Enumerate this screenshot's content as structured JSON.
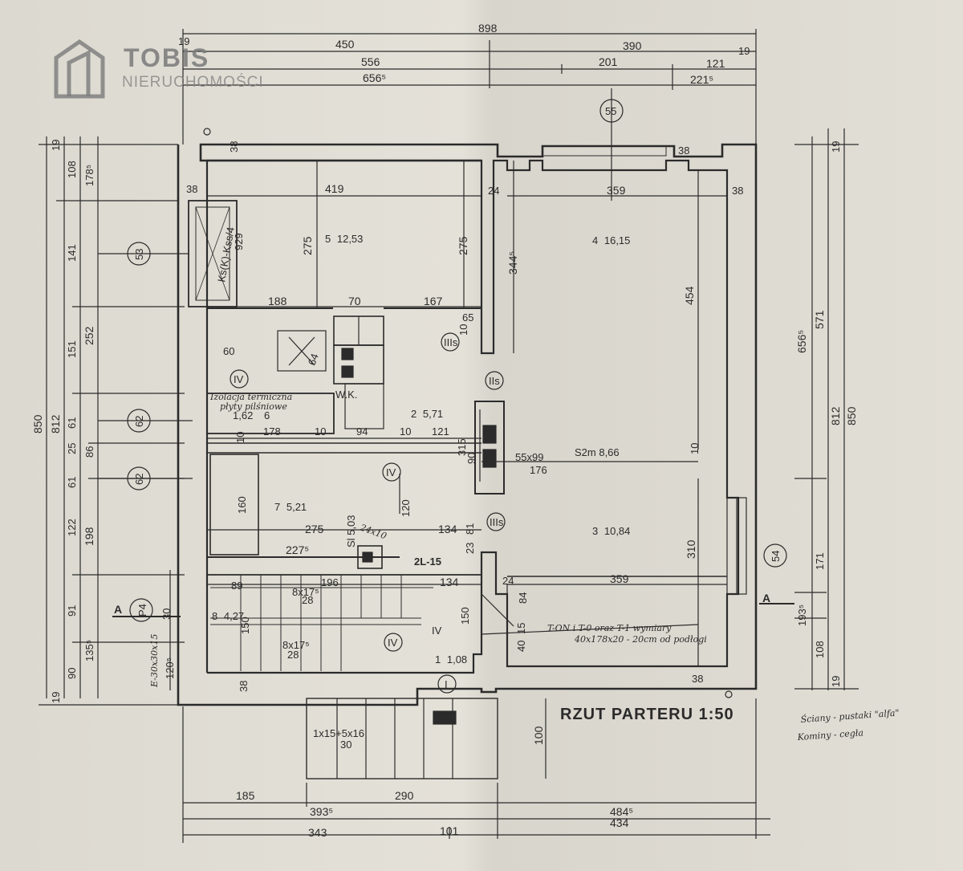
{
  "logo": {
    "brand": "TOBIS",
    "tagline": "NIERUCHOMOŚCI"
  },
  "plan_title": "RZUT PARTERU 1:50",
  "notes": {
    "walls": "Ściany - pustaki \"alfa\"",
    "chimneys": "Kominy - cegła"
  },
  "dims_top": {
    "total": "898",
    "a": "450",
    "b": "390",
    "c": "556",
    "d": "201",
    "e": "121",
    "f": "656⁵",
    "g": "221⁵",
    "t1": "19",
    "t2": "19"
  },
  "dims_bottom": {
    "a": "185",
    "b": "290",
    "c": "393⁵",
    "d": "484⁵",
    "e": "343",
    "f": "101",
    "g": "434"
  },
  "dims_left": {
    "total": "850",
    "h1": "812",
    "s1": "19",
    "s2": "108",
    "s3": "178⁵",
    "s4": "141",
    "s5": "151",
    "s6": "252",
    "s7": "61",
    "s8": "25",
    "s9": "86",
    "s10": "61",
    "s11": "122",
    "s12": "198",
    "s13": "91",
    "s14": "90",
    "s15": "135⁵",
    "s16": "19"
  },
  "dims_right": {
    "total": "850",
    "h1": "812",
    "r1": "19",
    "r2": "571",
    "r3": "656⁵",
    "r4": "171",
    "r5": "193⁵",
    "r6": "108",
    "r7": "19"
  },
  "inner_dims": {
    "w419": "419",
    "w359a": "359",
    "w38a": "38",
    "w38b": "38",
    "w38c": "38",
    "w24a": "24",
    "w38d": "38",
    "h275a": "275",
    "h275b": "275",
    "h344": "344⁵",
    "h454": "454",
    "h929": "929",
    "w188": "188",
    "w70": "70",
    "w167": "167",
    "w65": "65",
    "w10a": "10",
    "w60": "60",
    "w178": "178",
    "w10b": "10",
    "w94": "94",
    "w10c": "10",
    "w121": "121",
    "h315": "315",
    "h90": "90",
    "h10d": "10",
    "w275c": "275",
    "w134a": "134",
    "w227": "227⁵",
    "h160": "160",
    "h120": "120",
    "w89": "89",
    "w196": "196",
    "w134b": "134",
    "w24b": "24",
    "w359b": "359",
    "h84": "84",
    "h310": "310",
    "h150a": "150",
    "h150b": "150",
    "h40": "40",
    "h15": "15",
    "h30": "30",
    "h120b": "120⁵",
    "w38e": "38",
    "w38f": "38",
    "h100": "100",
    "h81": "81",
    "h23": "23",
    "h10e": "10"
  },
  "rooms": [
    {
      "num": "5",
      "area": "12,53"
    },
    {
      "num": "4",
      "area": "16,15"
    },
    {
      "num": "2",
      "area": "5,71"
    },
    {
      "num": "6",
      "area": "1,62"
    },
    {
      "num": "7",
      "area": "5,21"
    },
    {
      "num": "3",
      "area": "10,84"
    },
    {
      "num": "8",
      "area": "4,27"
    },
    {
      "num": "1",
      "area": "1,08"
    }
  ],
  "annotations": {
    "insulation1": "Izolacja termiczna",
    "insulation2": "płyty pilśniowe",
    "opening": "55x99",
    "opening2": "176",
    "s2m": "S2m 8,66",
    "lintel": "2L-15",
    "window_note1": "T-ON i T-0 oraz T-1 wymiary",
    "window_note2": "40x178x20 - 20cm od podłogi",
    "stair1": "1x15+5x16",
    "stair2": "30",
    "stair3": "8x17⁵",
    "stair4": "28",
    "stair5": "8x17⁵",
    "stair6": "28",
    "kitchen": "64",
    "wk": "W.K.",
    "kss": "Ks(K)-Kss/4",
    "sl": "Sl 5,03",
    "ssmall": "24x10",
    "entry_dim": "E-30x30x15"
  },
  "section_marks": {
    "left": "A",
    "right": "A"
  },
  "markers": [
    "55",
    "53",
    "62",
    "62",
    "54",
    "P4"
  ],
  "roman": [
    "IV",
    "IIIs",
    "IIs",
    "IV",
    "IIIs",
    "IV",
    "I",
    "IV"
  ]
}
